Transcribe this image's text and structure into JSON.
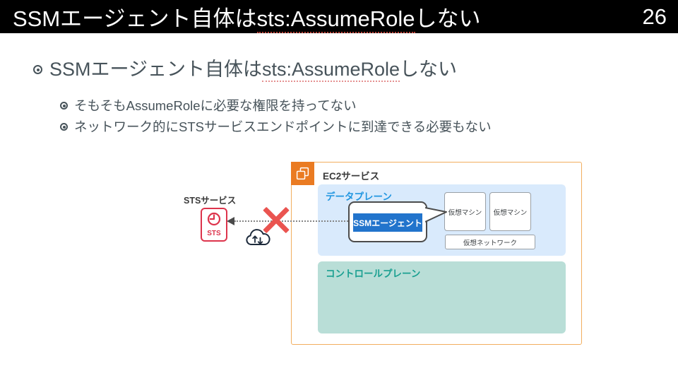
{
  "slide": {
    "header": {
      "title_pre": "SSMエージェント自体は",
      "title_emphasis": "sts:AssumeRole",
      "title_post": "しない",
      "page_number": "26"
    },
    "bullets": {
      "main_pre": "SSMエージェント自体は",
      "main_emphasis": "sts:AssumeRole",
      "main_post": "しない",
      "sub": [
        "そもそもAssumeRoleに必要な権限を持ってない",
        "ネットワーク的にSTSサービスエンドポイントに到達できる必要もない"
      ]
    },
    "diagram": {
      "sts_service": {
        "label": "STSサービス",
        "icon_text": "STS",
        "icon": "clock-icon",
        "accent_color": "#dd344c"
      },
      "connector": {
        "style": "dotted-arrow-pointing-left",
        "blocked_cross_color": "#ea5450",
        "line_color": "#858585"
      },
      "cloud_icon": "cloud-with-up-down-arrows",
      "ec2_service": {
        "label": "EC2サービス",
        "icon": "ec2-chip-icon",
        "icon_color": "#ea7b22",
        "border_color": "#f2ae5e"
      },
      "data_plane": {
        "label": "データプレーン",
        "bg_color": "#d9eafc",
        "label_color": "#2196e0"
      },
      "ssm_agent": {
        "label": "SSMエージェント",
        "bg_color": "#2274cc"
      },
      "virtual_machines": [
        "仮想マシン",
        "仮想マシン"
      ],
      "virtual_network": {
        "label": "仮想ネットワーク"
      },
      "control_plane": {
        "label": "コントロールプレーン",
        "bg_color": "#b9ded7",
        "label_color": "#1aa091"
      }
    }
  }
}
